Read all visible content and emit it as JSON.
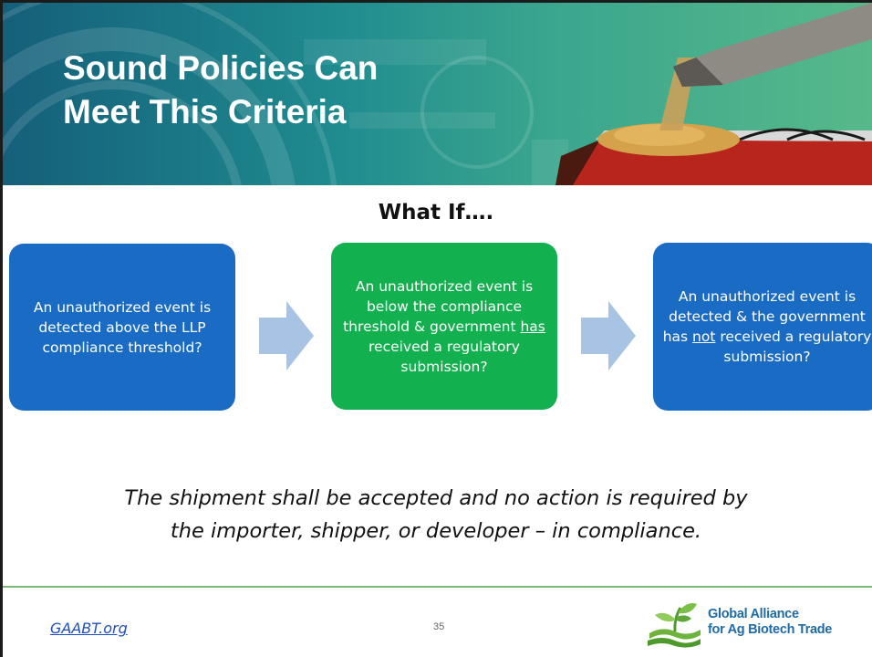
{
  "header": {
    "title_line1": "Sound Policies Can",
    "title_line2": "Meet This Criteria"
  },
  "subtitle": "What If….",
  "boxes": [
    {
      "before": "An unauthorized event is detected above the LLP compliance threshold?",
      "underlined": "",
      "after": "",
      "color": "#1a6bc4"
    },
    {
      "before": "An unauthorized event is below the compliance threshold & government ",
      "underlined": "has",
      "after": " received  a regulatory submission?",
      "color": "#12b04e"
    },
    {
      "before": "An unauthorized event is detected & the government has ",
      "underlined": "not",
      "after": " received a regulatory submission?",
      "color": "#1a6bc4"
    }
  ],
  "conclusion_line1": "The shipment shall be accepted and no action is required by",
  "conclusion_line2": "the importer, shipper, or developer – in compliance.",
  "footer": {
    "link": "GAABT.org",
    "page_number": "35",
    "logo_line1": "Global Alliance",
    "logo_line2": "for Ag Biotech Trade"
  },
  "colors": {
    "blue_box": "#1a6bc4",
    "green_box": "#12b04e",
    "arrow": "#a9c3e4",
    "footer_rule": "#7ab87a",
    "link": "#1f4fbf"
  },
  "icons": {
    "header": "grain-truck-photo",
    "arrow": "right-arrow-icon",
    "logo": "plant-logo-icon"
  }
}
